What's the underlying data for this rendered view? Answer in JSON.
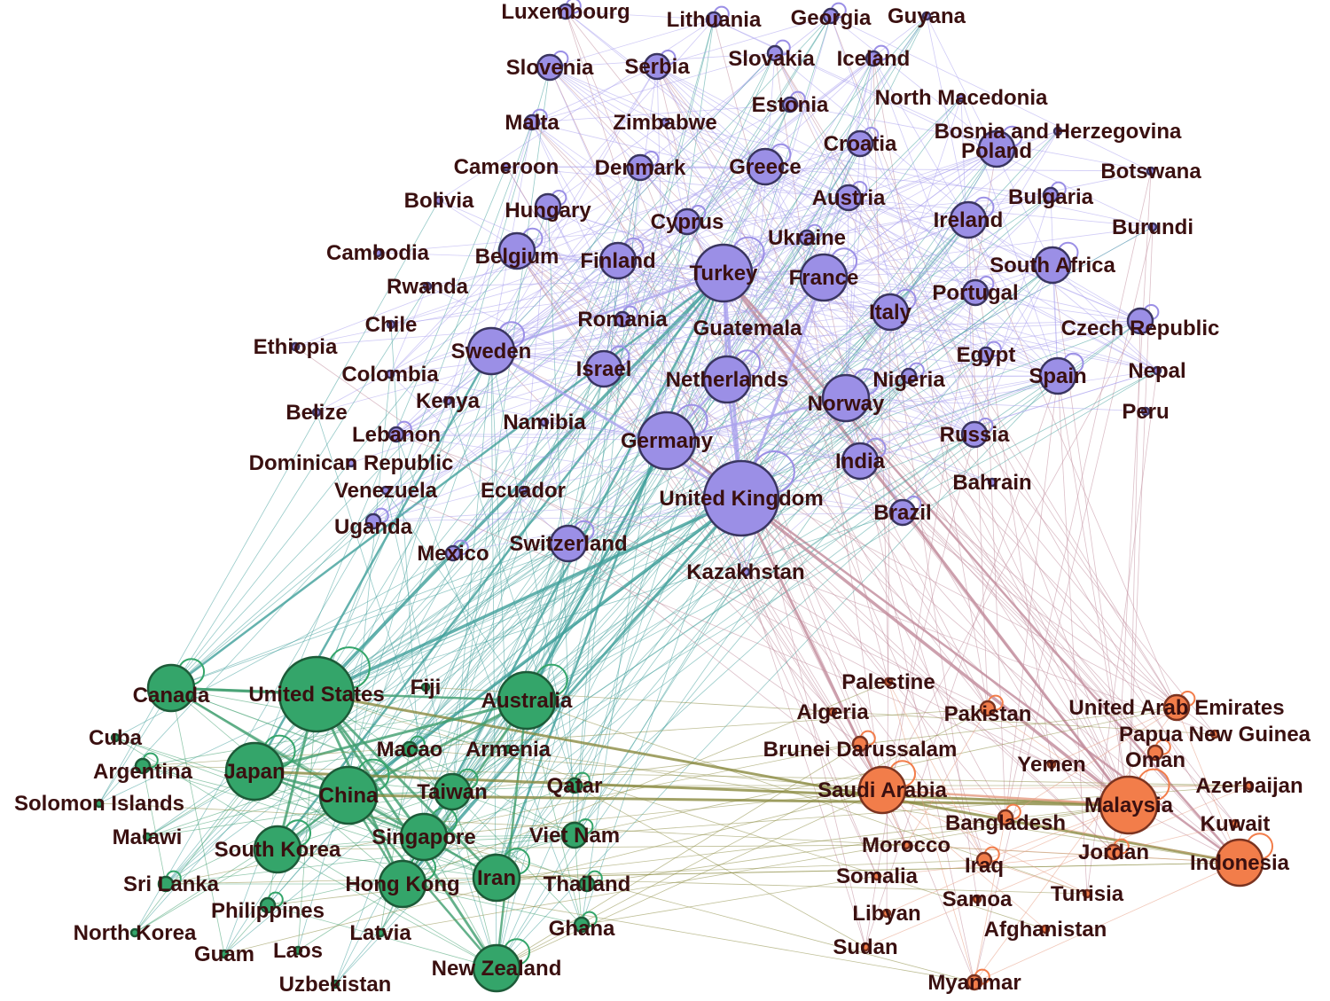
{
  "colors": {
    "europe": "#9b8fe6",
    "europe_stroke": "#3a3560",
    "asia_pacific": "#34a56a",
    "asia_pacific_stroke": "#1d5a38",
    "middle_east": "#f27d4a",
    "middle_east_stroke": "#7a3320",
    "edge_europe": "#a9a0ee",
    "edge_asia": "#3e9e6e",
    "edge_me": "#e59a80",
    "edge_cross_ea": "#3f9f9a",
    "edge_cross_em": "#c08a9a",
    "edge_cross_am": "#8a8a40"
  },
  "nodes": [
    {
      "id": "luxembourg",
      "label": "Luxembourg",
      "group": "europe",
      "size": 1
    },
    {
      "id": "lithuania",
      "label": "Lithuania",
      "group": "europe",
      "size": 1
    },
    {
      "id": "georgia",
      "label": "Georgia",
      "group": "europe",
      "size": 1
    },
    {
      "id": "guyana",
      "label": "Guyana",
      "group": "europe",
      "size": 0
    },
    {
      "id": "slovenia",
      "label": "Slovenia",
      "group": "europe",
      "size": 2
    },
    {
      "id": "serbia",
      "label": "Serbia",
      "group": "europe",
      "size": 2
    },
    {
      "id": "slovakia",
      "label": "Slovakia",
      "group": "europe",
      "size": 1
    },
    {
      "id": "iceland",
      "label": "Iceland",
      "group": "europe",
      "size": 1
    },
    {
      "id": "malta",
      "label": "Malta",
      "group": "europe",
      "size": 1
    },
    {
      "id": "zimbabwe",
      "label": "Zimbabwe",
      "group": "europe",
      "size": 0
    },
    {
      "id": "estonia",
      "label": "Estonia",
      "group": "europe",
      "size": 1
    },
    {
      "id": "north-macedonia",
      "label": "North Macedonia",
      "group": "europe",
      "size": 0
    },
    {
      "id": "bosnia",
      "label": "Bosnia and Herzegovina",
      "group": "europe",
      "size": 0
    },
    {
      "id": "croatia",
      "label": "Croatia",
      "group": "europe",
      "size": 2
    },
    {
      "id": "poland",
      "label": "Poland",
      "group": "europe",
      "size": 3
    },
    {
      "id": "botswana",
      "label": "Botswana",
      "group": "europe",
      "size": 0
    },
    {
      "id": "cameroon",
      "label": "Cameroon",
      "group": "europe",
      "size": 0
    },
    {
      "id": "denmark",
      "label": "Denmark",
      "group": "europe",
      "size": 2
    },
    {
      "id": "greece",
      "label": "Greece",
      "group": "europe",
      "size": 3
    },
    {
      "id": "bolivia",
      "label": "Bolivia",
      "group": "europe",
      "size": 0
    },
    {
      "id": "hungary",
      "label": "Hungary",
      "group": "europe",
      "size": 2
    },
    {
      "id": "cyprus",
      "label": "Cyprus",
      "group": "europe",
      "size": 2
    },
    {
      "id": "austria",
      "label": "Austria",
      "group": "europe",
      "size": 2
    },
    {
      "id": "bulgaria",
      "label": "Bulgaria",
      "group": "europe",
      "size": 1
    },
    {
      "id": "ireland",
      "label": "Ireland",
      "group": "europe",
      "size": 3
    },
    {
      "id": "burundi",
      "label": "Burundi",
      "group": "europe",
      "size": 0
    },
    {
      "id": "cambodia",
      "label": "Cambodia",
      "group": "europe",
      "size": 0
    },
    {
      "id": "ukraine",
      "label": "Ukraine",
      "group": "europe",
      "size": 1
    },
    {
      "id": "belgium",
      "label": "Belgium",
      "group": "europe",
      "size": 3
    },
    {
      "id": "finland",
      "label": "Finland",
      "group": "europe",
      "size": 3
    },
    {
      "id": "turkey",
      "label": "Turkey",
      "group": "europe",
      "size": 5
    },
    {
      "id": "france",
      "label": "France",
      "group": "europe",
      "size": 4
    },
    {
      "id": "south-africa",
      "label": "South Africa",
      "group": "europe",
      "size": 3
    },
    {
      "id": "rwanda",
      "label": "Rwanda",
      "group": "europe",
      "size": 0
    },
    {
      "id": "portugal",
      "label": "Portugal",
      "group": "europe",
      "size": 2
    },
    {
      "id": "chile",
      "label": "Chile",
      "group": "europe",
      "size": 0
    },
    {
      "id": "romania",
      "label": "Romania",
      "group": "europe",
      "size": 1
    },
    {
      "id": "italy",
      "label": "Italy",
      "group": "europe",
      "size": 3
    },
    {
      "id": "czech-republic",
      "label": "Czech Republic",
      "group": "europe",
      "size": 2
    },
    {
      "id": "ethiopia",
      "label": "Ethiopia",
      "group": "europe",
      "size": 0
    },
    {
      "id": "guatemala",
      "label": "Guatemala",
      "group": "europe",
      "size": 0
    },
    {
      "id": "sweden",
      "label": "Sweden",
      "group": "europe",
      "size": 4
    },
    {
      "id": "israel",
      "label": "Israel",
      "group": "europe",
      "size": 3
    },
    {
      "id": "egypt",
      "label": "Egypt",
      "group": "europe",
      "size": 1
    },
    {
      "id": "colombia",
      "label": "Colombia",
      "group": "europe",
      "size": 0
    },
    {
      "id": "netherlands",
      "label": "Netherlands",
      "group": "europe",
      "size": 4
    },
    {
      "id": "nigeria",
      "label": "Nigeria",
      "group": "europe",
      "size": 1
    },
    {
      "id": "spain",
      "label": "Spain",
      "group": "europe",
      "size": 3
    },
    {
      "id": "nepal",
      "label": "Nepal",
      "group": "europe",
      "size": 0
    },
    {
      "id": "belize",
      "label": "Belize",
      "group": "europe",
      "size": 0
    },
    {
      "id": "kenya",
      "label": "Kenya",
      "group": "europe",
      "size": 0
    },
    {
      "id": "norway",
      "label": "Norway",
      "group": "europe",
      "size": 4
    },
    {
      "id": "lebanon",
      "label": "Lebanon",
      "group": "europe",
      "size": 1
    },
    {
      "id": "namibia",
      "label": "Namibia",
      "group": "europe",
      "size": 0
    },
    {
      "id": "germany",
      "label": "Germany",
      "group": "europe",
      "size": 5
    },
    {
      "id": "russia",
      "label": "Russia",
      "group": "europe",
      "size": 2
    },
    {
      "id": "peru",
      "label": "Peru",
      "group": "europe",
      "size": 0
    },
    {
      "id": "dominican-republic",
      "label": "Dominican Republic",
      "group": "europe",
      "size": 0
    },
    {
      "id": "india",
      "label": "India",
      "group": "europe",
      "size": 3
    },
    {
      "id": "bahrain",
      "label": "Bahrain",
      "group": "europe",
      "size": 0
    },
    {
      "id": "venezuela",
      "label": "Venezuela",
      "group": "europe",
      "size": 0
    },
    {
      "id": "ecuador",
      "label": "Ecuador",
      "group": "europe",
      "size": 0
    },
    {
      "id": "united-kingdom",
      "label": "United Kingdom",
      "group": "europe",
      "size": 6
    },
    {
      "id": "brazil",
      "label": "Brazil",
      "group": "europe",
      "size": 2
    },
    {
      "id": "uganda",
      "label": "Uganda",
      "group": "europe",
      "size": 1
    },
    {
      "id": "switzerland",
      "label": "Switzerland",
      "group": "europe",
      "size": 3
    },
    {
      "id": "mexico",
      "label": "Mexico",
      "group": "europe",
      "size": 1
    },
    {
      "id": "kazakhstan",
      "label": "Kazakhstan",
      "group": "europe",
      "size": 0
    },
    {
      "id": "canada",
      "label": "Canada",
      "group": "asia_pacific",
      "size": 4
    },
    {
      "id": "united-states",
      "label": "United States",
      "group": "asia_pacific",
      "size": 6
    },
    {
      "id": "fiji",
      "label": "Fiji",
      "group": "asia_pacific",
      "size": 0
    },
    {
      "id": "australia",
      "label": "Australia",
      "group": "asia_pacific",
      "size": 5
    },
    {
      "id": "cuba",
      "label": "Cuba",
      "group": "asia_pacific",
      "size": 0
    },
    {
      "id": "macao",
      "label": "Macao",
      "group": "asia_pacific",
      "size": 1
    },
    {
      "id": "armenia",
      "label": "Armenia",
      "group": "asia_pacific",
      "size": 0
    },
    {
      "id": "argentina",
      "label": "Argentina",
      "group": "asia_pacific",
      "size": 1
    },
    {
      "id": "japan",
      "label": "Japan",
      "group": "asia_pacific",
      "size": 5
    },
    {
      "id": "china",
      "label": "China",
      "group": "asia_pacific",
      "size": 5
    },
    {
      "id": "taiwan",
      "label": "Taiwan",
      "group": "asia_pacific",
      "size": 3
    },
    {
      "id": "qatar",
      "label": "Qatar",
      "group": "asia_pacific",
      "size": 1
    },
    {
      "id": "solomon-islands",
      "label": "Solomon Islands",
      "group": "asia_pacific",
      "size": 0
    },
    {
      "id": "malawi",
      "label": "Malawi",
      "group": "asia_pacific",
      "size": 0
    },
    {
      "id": "singapore",
      "label": "Singapore",
      "group": "asia_pacific",
      "size": 4
    },
    {
      "id": "viet-nam",
      "label": "Viet Nam",
      "group": "asia_pacific",
      "size": 2
    },
    {
      "id": "south-korea",
      "label": "South Korea",
      "group": "asia_pacific",
      "size": 4
    },
    {
      "id": "sri-lanka",
      "label": "Sri Lanka",
      "group": "asia_pacific",
      "size": 1
    },
    {
      "id": "hong-kong",
      "label": "Hong Kong",
      "group": "asia_pacific",
      "size": 4
    },
    {
      "id": "iran",
      "label": "Iran",
      "group": "asia_pacific",
      "size": 4
    },
    {
      "id": "thailand",
      "label": "Thailand",
      "group": "asia_pacific",
      "size": 1
    },
    {
      "id": "philippines",
      "label": "Philippines",
      "group": "asia_pacific",
      "size": 1
    },
    {
      "id": "north-korea",
      "label": "North Korea",
      "group": "asia_pacific",
      "size": 0
    },
    {
      "id": "latvia",
      "label": "Latvia",
      "group": "asia_pacific",
      "size": 0
    },
    {
      "id": "ghana",
      "label": "Ghana",
      "group": "asia_pacific",
      "size": 1
    },
    {
      "id": "guam",
      "label": "Guam",
      "group": "asia_pacific",
      "size": 0
    },
    {
      "id": "laos",
      "label": "Laos",
      "group": "asia_pacific",
      "size": 0
    },
    {
      "id": "new-zealand",
      "label": "New Zealand",
      "group": "asia_pacific",
      "size": 4
    },
    {
      "id": "uzbekistan",
      "label": "Uzbekistan",
      "group": "asia_pacific",
      "size": 0
    },
    {
      "id": "palestine",
      "label": "Palestine",
      "group": "middle_east",
      "size": 0
    },
    {
      "id": "algeria",
      "label": "Algeria",
      "group": "middle_east",
      "size": 0
    },
    {
      "id": "pakistan",
      "label": "Pakistan",
      "group": "middle_east",
      "size": 1
    },
    {
      "id": "uae",
      "label": "United Arab Emirates",
      "group": "middle_east",
      "size": 2
    },
    {
      "id": "png",
      "label": "Papua New Guinea",
      "group": "middle_east",
      "size": 0
    },
    {
      "id": "brunei",
      "label": "Brunei Darussalam",
      "group": "middle_east",
      "size": 1
    },
    {
      "id": "oman",
      "label": "Oman",
      "group": "middle_east",
      "size": 1
    },
    {
      "id": "yemen",
      "label": "Yemen",
      "group": "middle_east",
      "size": 0
    },
    {
      "id": "azerbaijan",
      "label": "Azerbaijan",
      "group": "middle_east",
      "size": 0
    },
    {
      "id": "saudi-arabia",
      "label": "Saudi Arabia",
      "group": "middle_east",
      "size": 4
    },
    {
      "id": "malaysia",
      "label": "Malaysia",
      "group": "middle_east",
      "size": 5
    },
    {
      "id": "bangladesh",
      "label": "Bangladesh",
      "group": "middle_east",
      "size": 1
    },
    {
      "id": "kuwait",
      "label": "Kuwait",
      "group": "middle_east",
      "size": 0
    },
    {
      "id": "morocco",
      "label": "Morocco",
      "group": "middle_east",
      "size": 0
    },
    {
      "id": "jordan",
      "label": "Jordan",
      "group": "middle_east",
      "size": 1
    },
    {
      "id": "iraq",
      "label": "Iraq",
      "group": "middle_east",
      "size": 1
    },
    {
      "id": "indonesia",
      "label": "Indonesia",
      "group": "middle_east",
      "size": 4
    },
    {
      "id": "somalia",
      "label": "Somalia",
      "group": "middle_east",
      "size": 0
    },
    {
      "id": "samoa",
      "label": "Samoa",
      "group": "middle_east",
      "size": 0
    },
    {
      "id": "tunisia",
      "label": "Tunisia",
      "group": "middle_east",
      "size": 0
    },
    {
      "id": "libyan",
      "label": "Libyan",
      "group": "middle_east",
      "size": 0
    },
    {
      "id": "afghanistan",
      "label": "Afghanistan",
      "group": "middle_east",
      "size": 0
    },
    {
      "id": "sudan",
      "label": "Sudan",
      "group": "middle_east",
      "size": 0
    },
    {
      "id": "myanmar",
      "label": "Myanmar",
      "group": "middle_east",
      "size": 1
    }
  ]
}
